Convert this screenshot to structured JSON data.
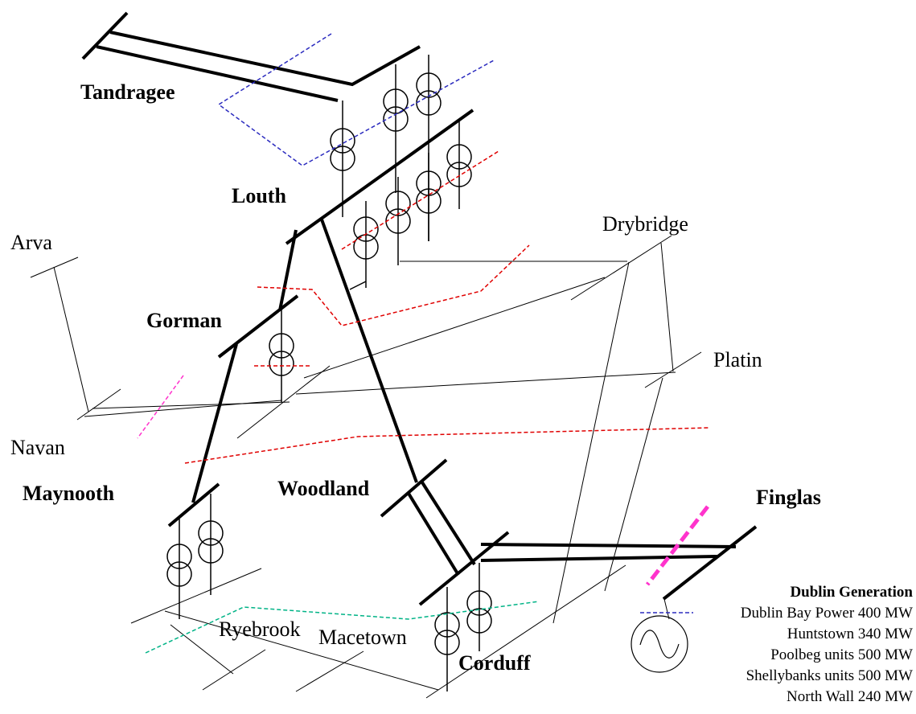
{
  "substations": {
    "tandragee": "Tandragee",
    "louth": "Louth",
    "arva": "Arva",
    "gorman": "Gorman",
    "navan": "Navan",
    "maynooth": "Maynooth",
    "woodland": "Woodland",
    "drybridge": "Drybridge",
    "platin": "Platin",
    "finglas": "Finglas",
    "ryebrook": "Ryebrook",
    "macetown": "Macetown",
    "corduff": "Corduff"
  },
  "legend": {
    "title": "Dublin Generation",
    "items": [
      "Dublin Bay Power 400 MW",
      "Huntstown 340 MW",
      "Poolbeg units 500 MW",
      "Shellybanks units 500 MW",
      "North Wall 240 MW"
    ]
  },
  "colors": {
    "line": "#000000",
    "cut_blue": "#2b2bbf",
    "cut_red": "#e00000",
    "cut_magenta": "#ff33cc",
    "cut_teal": "#00b386"
  }
}
